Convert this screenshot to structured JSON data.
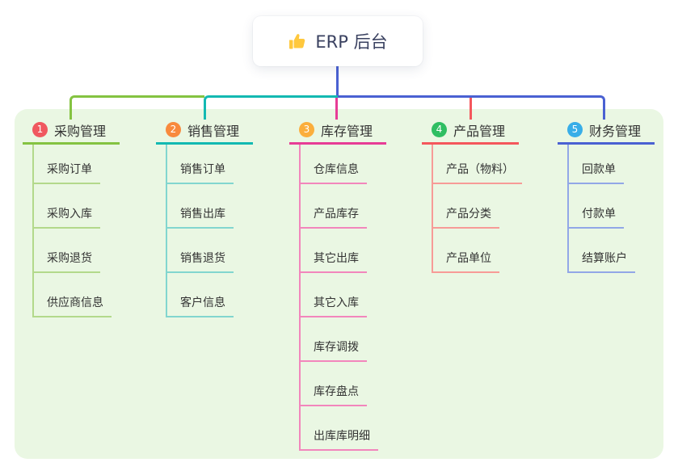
{
  "root": {
    "title": "ERP 后台",
    "icon": "thumbs-up-icon"
  },
  "canvas": {
    "panel_bg": "#EAF7E3",
    "page_bg": "#FFFFFF",
    "text_color": "#333333",
    "root_text_color": "#3A4160"
  },
  "connector": {
    "stem": "#4A61D2"
  },
  "branches": [
    {
      "badge": "1",
      "title": "采购管理",
      "colors": {
        "badge": "#F0585F",
        "line": "#84C341",
        "child": "#B3D98B"
      },
      "children": [
        "采购订单",
        "采购入库",
        "采购退货",
        "供应商信息"
      ]
    },
    {
      "badge": "2",
      "title": "销售管理",
      "colors": {
        "badge": "#F88A3D",
        "line": "#13B9B2",
        "child": "#82D6CF"
      },
      "children": [
        "销售订单",
        "销售出库",
        "销售退货",
        "客户信息"
      ]
    },
    {
      "badge": "3",
      "title": "库存管理",
      "colors": {
        "badge": "#FBAE3C",
        "line": "#E73C96",
        "child": "#F286BC"
      },
      "children": [
        "仓库信息",
        "产品库存",
        "其它出库",
        "其它入库",
        "库存调拨",
        "库存盘点",
        "出库库明细"
      ]
    },
    {
      "badge": "4",
      "title": "产品管理",
      "colors": {
        "badge": "#2FBE62",
        "line": "#F4575C",
        "child": "#F79B97"
      },
      "children": [
        "产品（物料）",
        "产品分类",
        "产品单位"
      ]
    },
    {
      "badge": "5",
      "title": "财务管理",
      "colors": {
        "badge": "#38AEE8",
        "line": "#4A61D2",
        "child": "#92A7E7"
      },
      "children": [
        "回款单",
        "付款单",
        "结算账户"
      ]
    }
  ]
}
